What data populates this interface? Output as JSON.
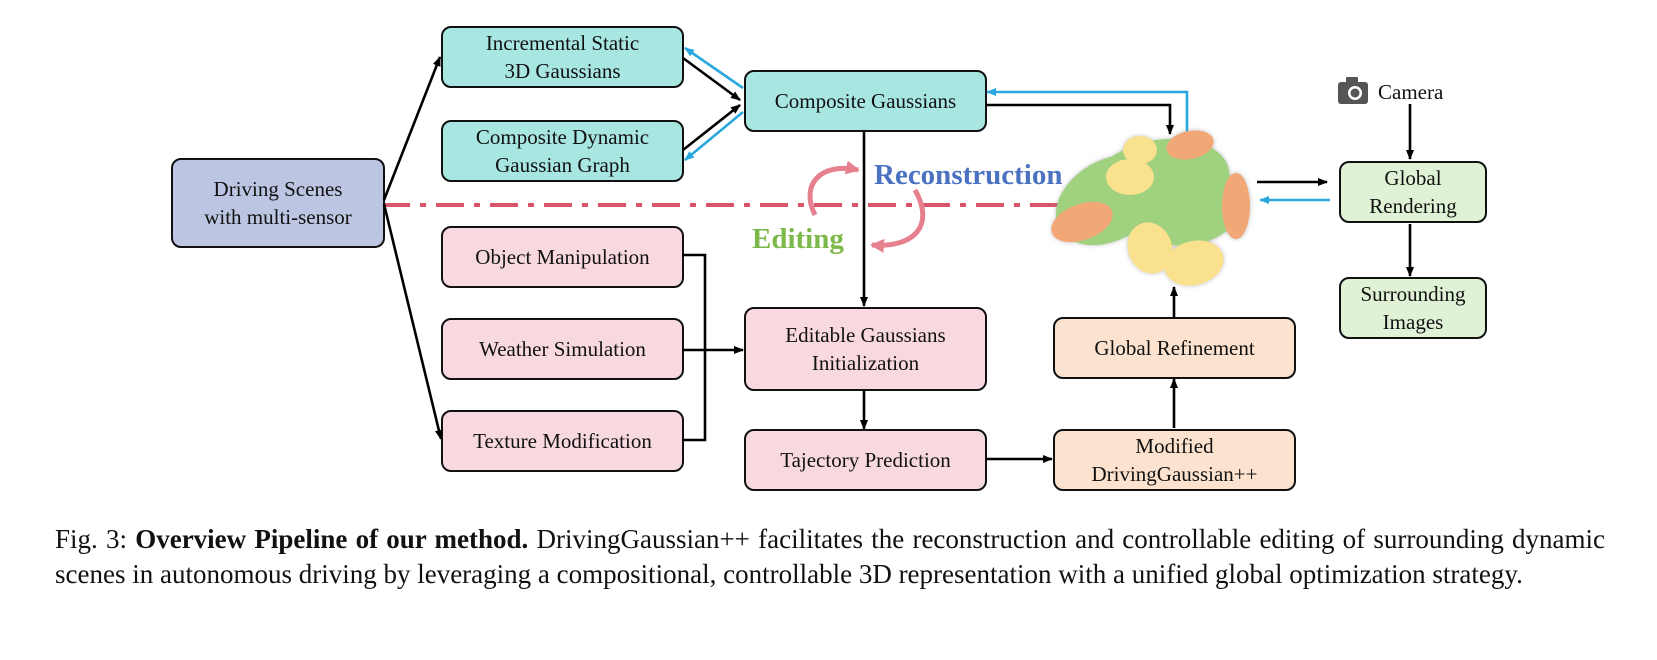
{
  "diagram": {
    "nodes": {
      "driving_scenes": [
        "Driving Scenes",
        "with multi-sensor"
      ],
      "incremental_static": [
        "Incremental Static",
        "3D Gaussians"
      ],
      "composite_dynamic": [
        "Composite Dynamic",
        "Gaussian Graph"
      ],
      "composite_gaussians": [
        "Composite Gaussians"
      ],
      "object_manipulation": [
        "Object Manipulation"
      ],
      "weather_simulation": [
        "Weather Simulation"
      ],
      "texture_modification": [
        "Texture Modification"
      ],
      "editable_init": [
        "Editable Gaussians",
        "Initialization"
      ],
      "trajectory_prediction": [
        "Tajectory Prediction"
      ],
      "modified_dg": [
        "Modified",
        "DrivingGaussian++"
      ],
      "global_refinement": [
        "Global Refinement"
      ],
      "global_rendering": [
        "Global",
        "Rendering"
      ],
      "surrounding_images": [
        "Surrounding",
        "Images"
      ]
    },
    "labels": {
      "camera": "Camera",
      "reconstruction": "Reconstruction",
      "editing": "Editing"
    },
    "colors": {
      "cyan_fill": "#a8e6e2",
      "blue_fill": "#bcc6e3",
      "pink_fill": "#f9d9e0",
      "peach_fill": "#fce3cf",
      "green_fill": "#e0f2d6",
      "reconstruction_text": "#4a72c0",
      "editing_text": "#7db84a",
      "dash_line": "#d9576a",
      "cycle_arrow": "#e7808e",
      "feedback_arrow": "#2aa7dc"
    }
  },
  "caption": {
    "label": "Fig. 3:",
    "bold": "Overview Pipeline of our method.",
    "text": "DrivingGaussian++ facilitates the reconstruction and controllable editing of surrounding dynamic scenes in autonomous driving by leveraging a compositional, controllable 3D representation with a unified global optimization strategy."
  }
}
